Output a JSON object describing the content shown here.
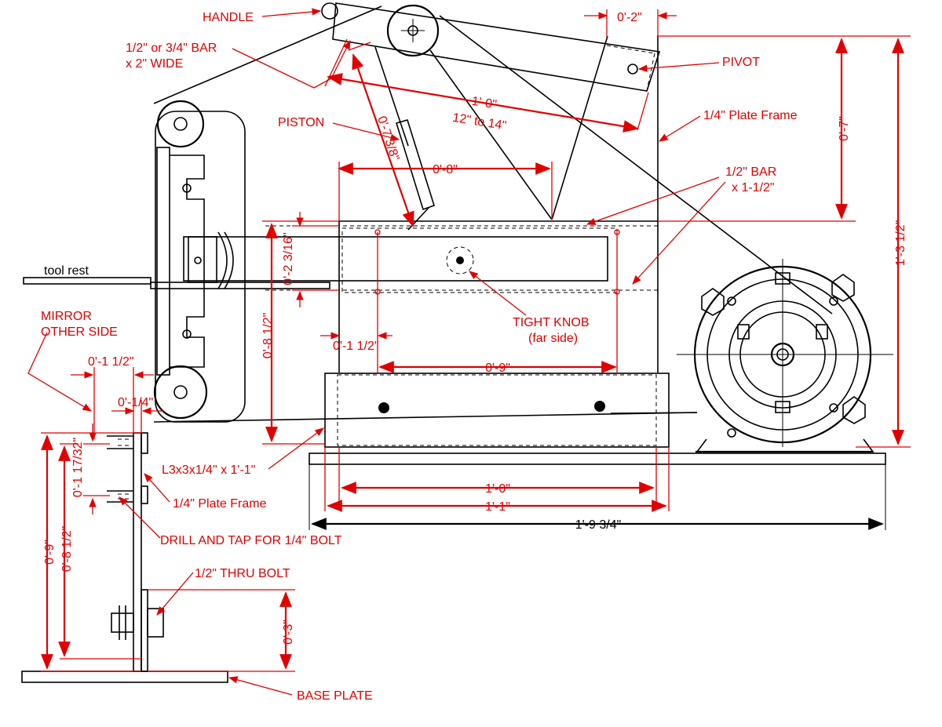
{
  "labels": {
    "handle": "HANDLE",
    "bar_size_1": "1/2\" or 3/4\" BAR",
    "bar_size_2": "x 2\" WIDE",
    "pivot": "PIVOT",
    "piston": "PISTON",
    "plate_frame_top": "1/4\" Plate Frame",
    "half_bar_1": "1/2\" BAR",
    "half_bar_2": "x 1-1/2\"",
    "tool_rest": "tool rest",
    "mirror_1": "MIRROR",
    "mirror_2": "OTHER SIDE",
    "tight_knob_1": "TIGHT KNOB",
    "tight_knob_2": "(far side)",
    "angle_iron": "L3x3x1/4\" x 1'-1\"",
    "plate_frame_side": "1/4\" Plate Frame",
    "drill_tap": "DRILL AND TAP FOR 1/4\" BOLT",
    "thru_bolt": "1/2\" THRU BOLT",
    "base_plate": "BASE PLATE"
  },
  "dimensions": {
    "d_0_2": "0'-2\"",
    "d_0_7": "0'-7\"",
    "d_1_3_half": "1'-3 1/2\"",
    "d_1_0_arm": "1'-0\"",
    "d_12_14": "12\" to 14\"",
    "d_0_7_3_8": "0'-7 3/8\"",
    "d_0_8": "0'-8\"",
    "d_0_2_3_16": "0'-2 3/16\"",
    "d_0_8_half": "0'-8 1/2\"",
    "d_0_1_half": "0'-1 1/2\"",
    "d_0_9": "0'-9\"",
    "d_1_0_base": "1'-0\"",
    "d_1_1": "1'-1\"",
    "d_1_9_3_4": "1'-9 3/4\"",
    "side_0_1_half": "0'-1 1/2\"",
    "side_0_1_4": "0'-1/4\"",
    "side_0_1_17_32": "0'-1 17/32\"",
    "side_0_9": "0'-9\"",
    "side_0_8_half": "0'-8 1/2\"",
    "side_0_3": "0'-3\""
  },
  "colors": {
    "annotation": "#e00000",
    "linework": "#000000",
    "background": "#ffffff"
  }
}
